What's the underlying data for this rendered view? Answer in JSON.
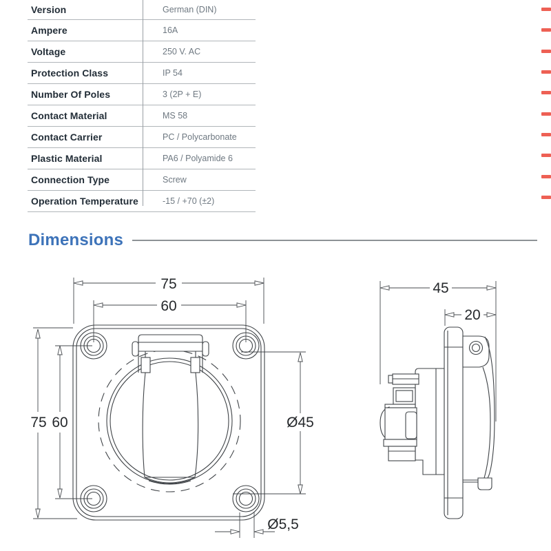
{
  "spec_table": {
    "rows": [
      {
        "label": "Version",
        "value": "German (DIN)"
      },
      {
        "label": "Ampere",
        "value": "16A"
      },
      {
        "label": "Voltage",
        "value": "250 V. AC"
      },
      {
        "label": "Protection Class",
        "value": "IP 54"
      },
      {
        "label": "Number Of Poles",
        "value": "3 (2P + E)"
      },
      {
        "label": "Contact Material",
        "value": "MS 58"
      },
      {
        "label": "Contact Carrier",
        "value": "PC / Polycarbonate"
      },
      {
        "label": "Plastic Material",
        "value": "PA6 / Polyamide 6"
      },
      {
        "label": "Connection Type",
        "value": "Screw"
      },
      {
        "label": "Operation Temperature",
        "value": "-15 / +70 (±2)"
      }
    ],
    "label_color": "#222d37",
    "value_color": "#6e7881",
    "line_color": "#b0b5b9"
  },
  "section": {
    "title": "Dimensions",
    "title_color": "#3d73b9"
  },
  "edge_marks": {
    "color": "#ee6054",
    "count": 10
  },
  "drawings": {
    "line_color": "#3f4347",
    "front_view": {
      "labels": {
        "top_width": "75",
        "top_hole_spacing": "60",
        "left_height": "75",
        "left_hole_spacing": "60",
        "lid_diameter": "Ø45",
        "mount_hole_diameter": "Ø5,5"
      }
    },
    "side_view": {
      "labels": {
        "total_depth": "45",
        "front_depth": "20"
      }
    }
  }
}
